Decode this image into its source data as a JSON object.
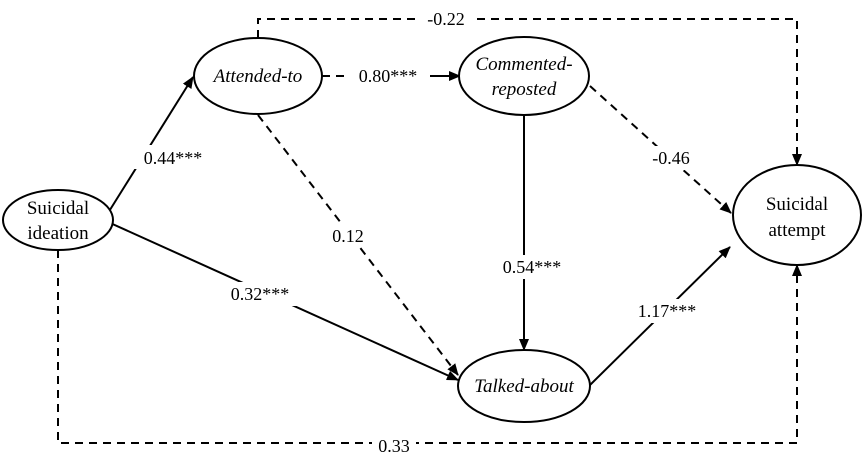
{
  "diagram": {
    "nodes": {
      "suicidal_ideation": {
        "line1": "Suicidal",
        "line2": "ideation",
        "italic": false
      },
      "attended_to": {
        "line1": "Attended-to",
        "italic": true
      },
      "commented_reposted": {
        "line1": "Commented-",
        "line2": "reposted",
        "italic": true
      },
      "talked_about": {
        "line1": "Talked-about",
        "italic": true
      },
      "suicidal_attempt": {
        "line1": "Suicidal",
        "line2": "attempt",
        "italic": false
      }
    },
    "edges": {
      "ideation_to_attended": {
        "from": "Suicidal ideation",
        "to": "Attended-to",
        "coefficient": "0.44***",
        "style": "solid"
      },
      "attended_to_commented": {
        "from": "Attended-to",
        "to": "Commented-reposted",
        "coefficient": "0.80***",
        "style": "solid"
      },
      "attended_to_attempt": {
        "from": "Attended-to",
        "to": "Suicidal attempt",
        "coefficient": "-0.22",
        "style": "dashed"
      },
      "attended_to_talked": {
        "from": "Attended-to",
        "to": "Talked-about",
        "coefficient": "0.12",
        "style": "dashed"
      },
      "commented_to_attempt": {
        "from": "Commented-reposted",
        "to": "Suicidal attempt",
        "coefficient": "-0.46",
        "style": "dashed"
      },
      "commented_to_talked": {
        "from": "Commented-reposted",
        "to": "Talked-about",
        "coefficient": "0.54***",
        "style": "solid"
      },
      "ideation_to_talked": {
        "from": "Suicidal ideation",
        "to": "Talked-about",
        "coefficient": "0.32***",
        "style": "solid"
      },
      "talked_to_attempt": {
        "from": "Talked-about",
        "to": "Suicidal attempt",
        "coefficient": "1.17***",
        "style": "solid"
      },
      "ideation_to_attempt": {
        "from": "Suicidal ideation",
        "to": "Suicidal attempt",
        "coefficient": "0.33",
        "style": "dashed"
      }
    }
  }
}
